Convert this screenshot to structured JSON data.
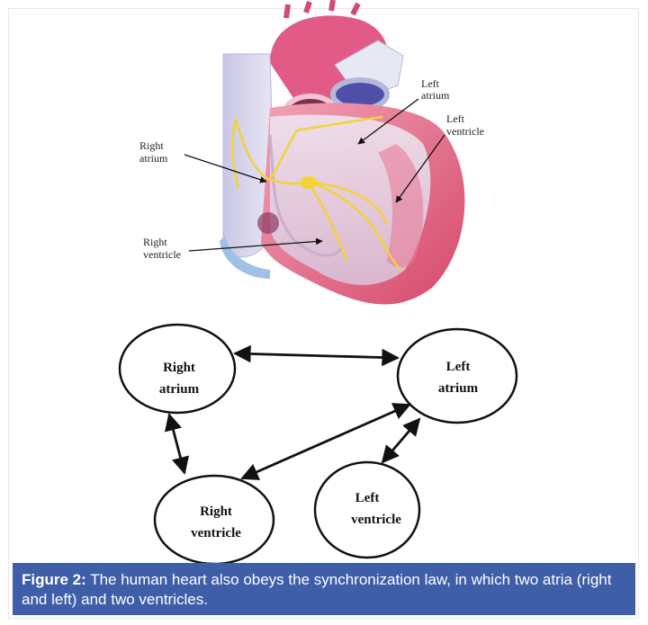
{
  "illustration": {
    "labels": {
      "left_atrium": [
        "Left",
        "atrium"
      ],
      "left_ventricle": [
        "Left",
        "ventricle"
      ],
      "right_atrium": [
        "Right",
        "atrium"
      ],
      "right_ventricle": [
        "Right",
        "ventricle"
      ]
    }
  },
  "diagram": {
    "nodes": {
      "right_atrium": [
        "Right",
        "atrium"
      ],
      "left_atrium": [
        "Left",
        "atrium"
      ],
      "right_ventricle": [
        "Right",
        "ventricle"
      ],
      "left_ventricle": [
        "Left",
        "ventricle"
      ]
    }
  },
  "caption": {
    "label": "Figure 2:",
    "text": " The human heart also obeys the synchronization law, in which two atria (right and left) and two ventricles."
  },
  "colors": {
    "caption_bg": "#3e5ea8",
    "heart_pink": "#e4607f",
    "conduction_yellow": "#f3d23a"
  }
}
